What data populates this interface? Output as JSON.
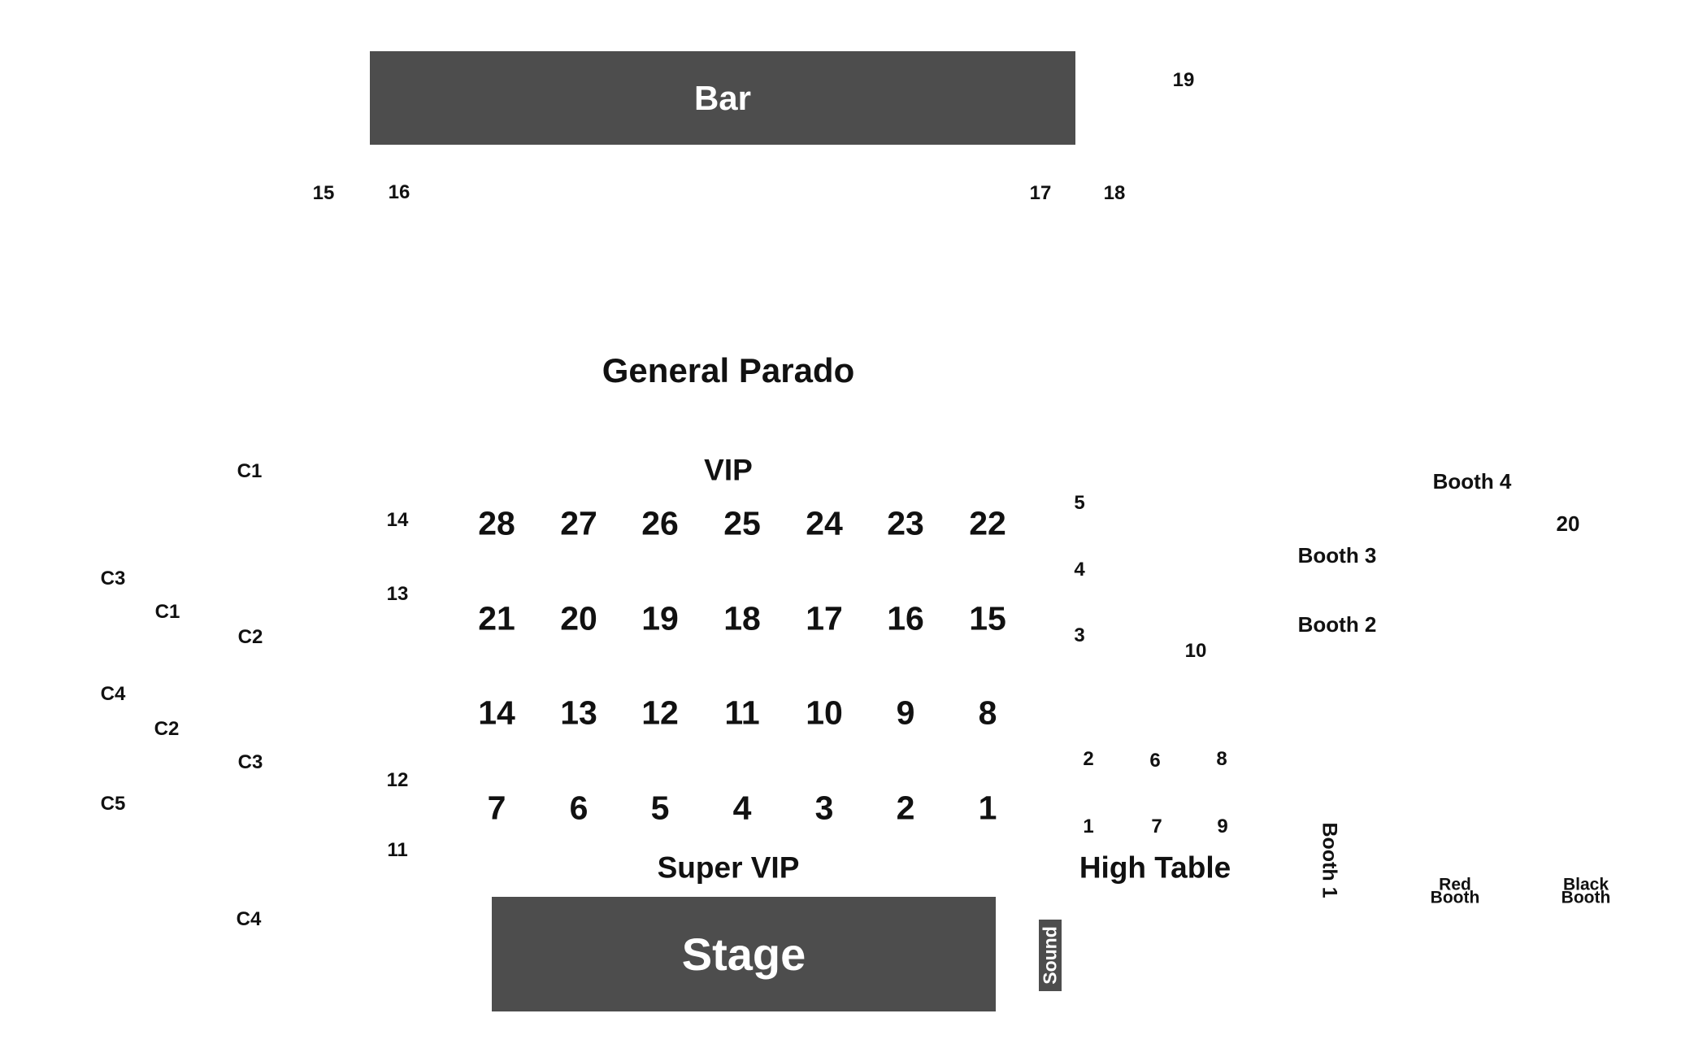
{
  "bar": {
    "label": "Bar"
  },
  "stage": {
    "label": "Stage"
  },
  "sound": {
    "label": "Sound"
  },
  "section_titles": {
    "general": "General Parado",
    "vip": "VIP",
    "super_vip": "Super VIP",
    "high_table": "High Table"
  },
  "bar_tables": [
    "15",
    "16",
    "17",
    "18",
    "19"
  ],
  "vip_rows": [
    [
      "28",
      "27",
      "26",
      "25",
      "24",
      "23",
      "22"
    ],
    [
      "21",
      "20",
      "19",
      "18",
      "17",
      "16",
      "15"
    ],
    [
      "14",
      "13",
      "12",
      "11",
      "10",
      "9",
      "8"
    ],
    [
      "7",
      "6",
      "5",
      "4",
      "3",
      "2",
      "1"
    ]
  ],
  "left_side_tables": [
    "14",
    "13",
    "12",
    "11"
  ],
  "couch_outer": [
    "C3",
    "C4",
    "C5"
  ],
  "couch_middle": [
    "C1",
    "C2"
  ],
  "couch_inner": [
    "C1",
    "C2",
    "C3",
    "C4"
  ],
  "high_tables": [
    "5",
    "4",
    "3",
    "10",
    "2",
    "6",
    "8",
    "1",
    "7",
    "9"
  ],
  "booths": {
    "booth_4": "Booth 4",
    "booth_3": "Booth 3",
    "booth_2": "Booth 2",
    "booth_1": "Booth 1",
    "table_20": "20",
    "red_booth": [
      "Red",
      "Booth"
    ],
    "black_booth": [
      "Black",
      "Booth"
    ]
  }
}
